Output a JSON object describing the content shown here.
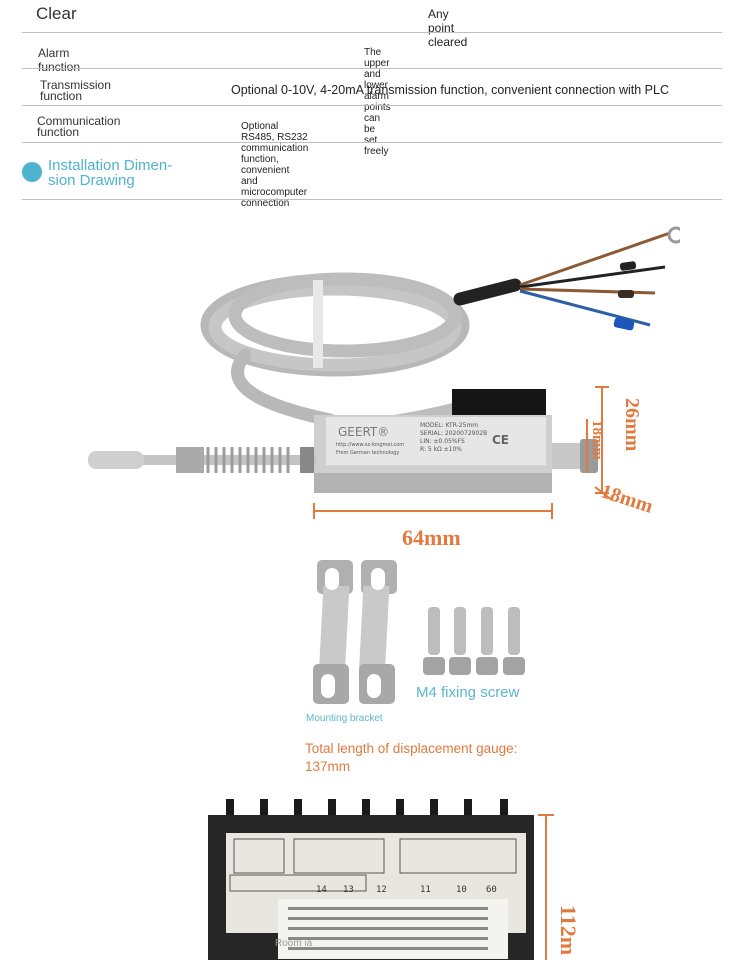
{
  "spec_rows": [
    {
      "label": "Clear",
      "desc": "Any point cleared"
    },
    {
      "label": "Alarm function",
      "desc": "The upper and lower alarm points can be set freely"
    },
    {
      "label": "Transmission function",
      "desc": "Optional 0-10V, 4-20mA transmission function, convenient connection with PLC"
    },
    {
      "label": "Communication function",
      "desc": "Optional RS485, RS232 communication function, convenient and microcomputer connection"
    }
  ],
  "section": {
    "title": "Installation Dimension Drawing",
    "title_line1": "Installation Dimen-",
    "title_line2": "sion Drawing",
    "bullet_color": "#4fb3cf"
  },
  "sensor": {
    "brand": "GEERT®",
    "model": "MODEL: KTR-25mm",
    "serial": "SERIAL: 2020072902B",
    "lin": "LIN: ±0.05%FS",
    "r": "R: 5 kΩ ±10%",
    "url": "http://www.sz-longmei.com",
    "origin": "From German technology",
    "mark": "CE"
  },
  "dimensions": {
    "length": "64mm",
    "height": "26mm",
    "inner": "18mm",
    "depth": "18mm",
    "color": "#e2793e"
  },
  "accessories": {
    "bracket_label": "Mounting bracket",
    "screw_label": "M4 fixing screw"
  },
  "total_length_note": "Total length of displacement gauge: 137mm",
  "total_length_line1": "Total length of displacement gauge:",
  "total_length_line2": "137mm",
  "meter": {
    "dimension": "112m",
    "watermark": "Room ia",
    "terminal_labels": [
      "60",
      "10",
      "11",
      "12",
      "13",
      "14"
    ]
  }
}
